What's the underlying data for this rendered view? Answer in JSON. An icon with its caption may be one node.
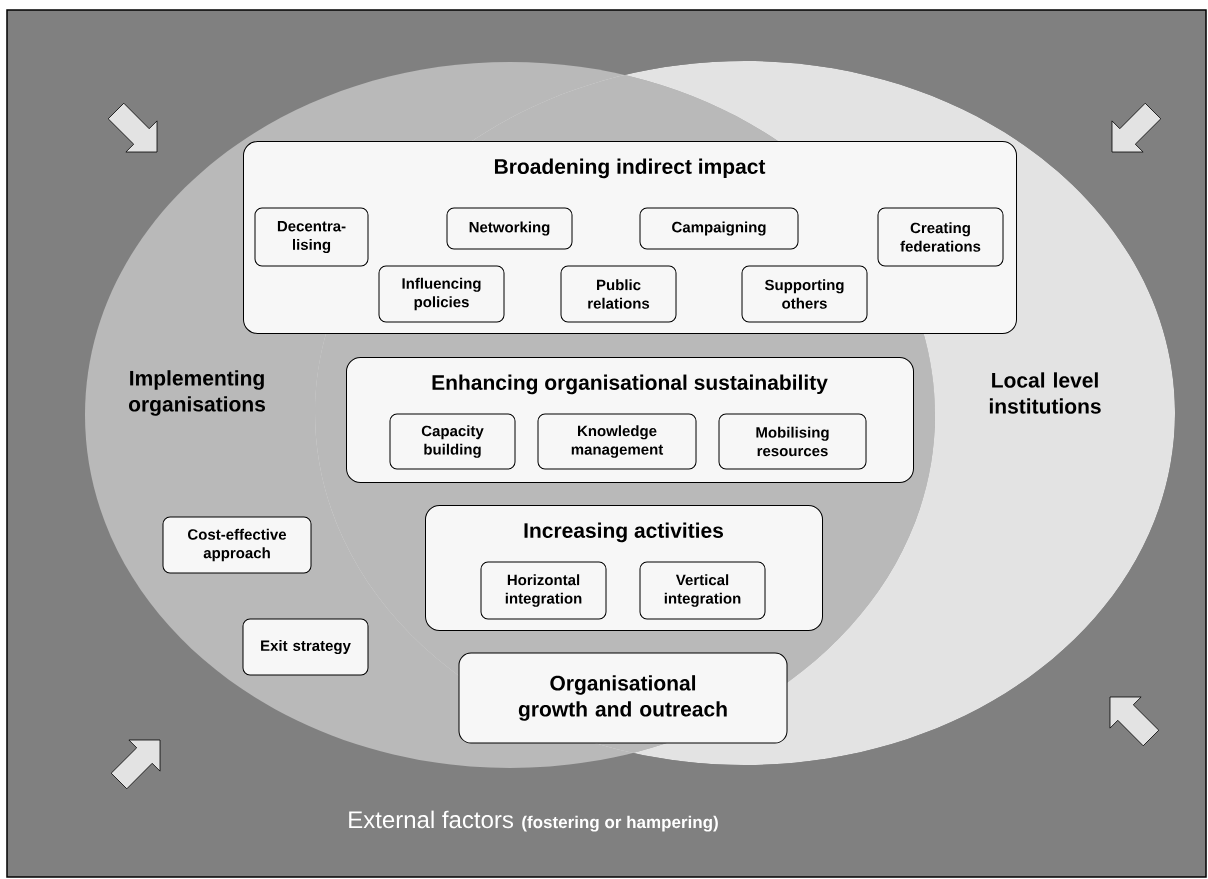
{
  "diagram": {
    "nodes": [
      {
        "text": [
          "Implementing organisations"
        ]
      },
      {
        "text": [
          "Local level institutions"
        ]
      },
      {
        "text": [
          "Broadening indirect impact"
        ]
      },
      {
        "text": [
          "Decentra- lising"
        ],
        "in": 2
      },
      {
        "text": [
          "Networking"
        ],
        "in": 2
      },
      {
        "text": [
          "Campaigning"
        ],
        "in": 2
      },
      {
        "text": [
          "Creating federations"
        ],
        "in": 2
      },
      {
        "text": [
          "Influencing policies"
        ],
        "in": 2
      },
      {
        "text": [
          "Public relations"
        ],
        "in": 2
      },
      {
        "text": [
          "Supporting others"
        ],
        "in": 2
      },
      {
        "text": [
          "Enhancing organisational sustainability"
        ]
      },
      {
        "text": [
          "Capacity building"
        ],
        "in": 10
      },
      {
        "text": [
          "Knowledge management"
        ],
        "in": 10
      },
      {
        "text": [
          "Mobilising resources"
        ],
        "in": 10
      },
      {
        "text": [
          "Increasing activities"
        ]
      },
      {
        "text": [
          "Horizontal integration"
        ],
        "in": 14
      },
      {
        "text": [
          "Vertical integration"
        ],
        "in": 14
      },
      {
        "text": [
          "Cost-effective approach"
        ],
        "in": 0
      },
      {
        "text": [
          "Exit strategy"
        ],
        "in": 0
      },
      {
        "text": [
          "Organisational growth and outreach"
        ]
      }
    ],
    "labels": [
      "External factors",
      "(fostering or hampering)"
    ]
  }
}
